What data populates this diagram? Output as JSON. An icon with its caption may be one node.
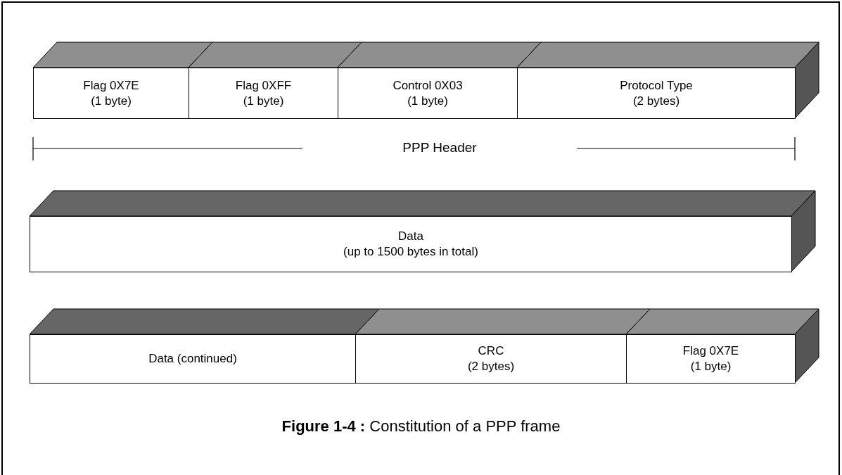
{
  "diagram": {
    "caption": "**Figure 1-4 :** Constitution of a PPP frame",
    "nodes": [
      {
        "text": [
          "Flag 0X7E",
          "(1 byte)"
        ]
      },
      {
        "text": [
          "Flag 0XFF",
          "(1 byte)"
        ]
      },
      {
        "text": [
          "Control 0X03",
          "(1 byte)"
        ]
      },
      {
        "text": [
          "Protocol Type",
          "(2 bytes)"
        ]
      },
      {
        "text": [
          "Data",
          "(up to 1500 bytes in total)"
        ]
      },
      {
        "text": [
          "Data (continued)"
        ]
      },
      {
        "text": [
          "CRC",
          "(2 bytes)"
        ]
      },
      {
        "text": [
          "Flag 0X7E",
          "(1 byte)"
        ]
      }
    ],
    "edges": [],
    "labels": [
      "PPP Header"
    ]
  }
}
